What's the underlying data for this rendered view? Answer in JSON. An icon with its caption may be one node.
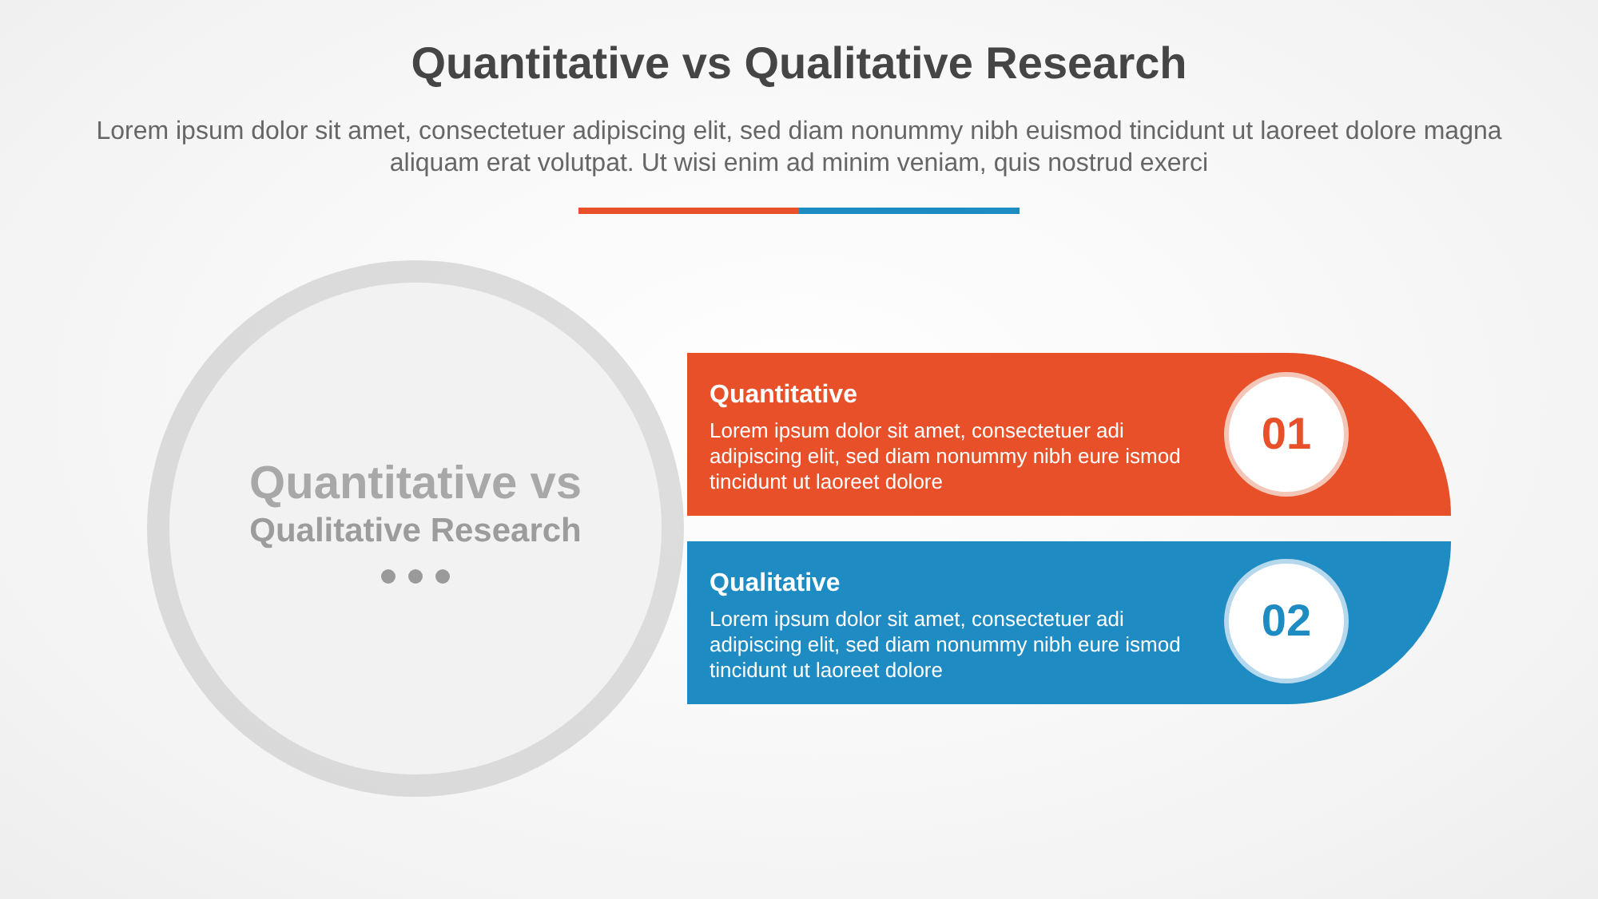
{
  "diagram": {
    "title": "Quantitative vs Qualitative Research",
    "nodes": [
      {
        "text": [
          "Quantitative vs",
          "Qualitative Research"
        ]
      },
      {
        "text": [
          "Quantitative",
          "Lorem ipsum dolor sit amet, consectetuer adi adipiscing elit, sed diam nonummy nibh eure ismod tincidunt ut laoreet dolore"
        ]
      },
      {
        "text": [
          "01"
        ],
        "in": 1
      },
      {
        "text": [
          "Qualitative",
          "Lorem ipsum dolor sit amet, consectetuer adi adipiscing elit, sed diam nonummy nibh eure ismod tincidunt ut laoreet dolore"
        ]
      },
      {
        "text": [
          "02"
        ],
        "in": 3
      }
    ],
    "labels": [
      "Lorem ipsum dolor sit amet, consectetuer adipiscing elit, sed diam nonummy nibh euismod tincidunt ut laoreet dolore magna aliquam erat volutpat. Ut wisi enim ad minim veniam, quis nostrud exerci"
    ]
  }
}
